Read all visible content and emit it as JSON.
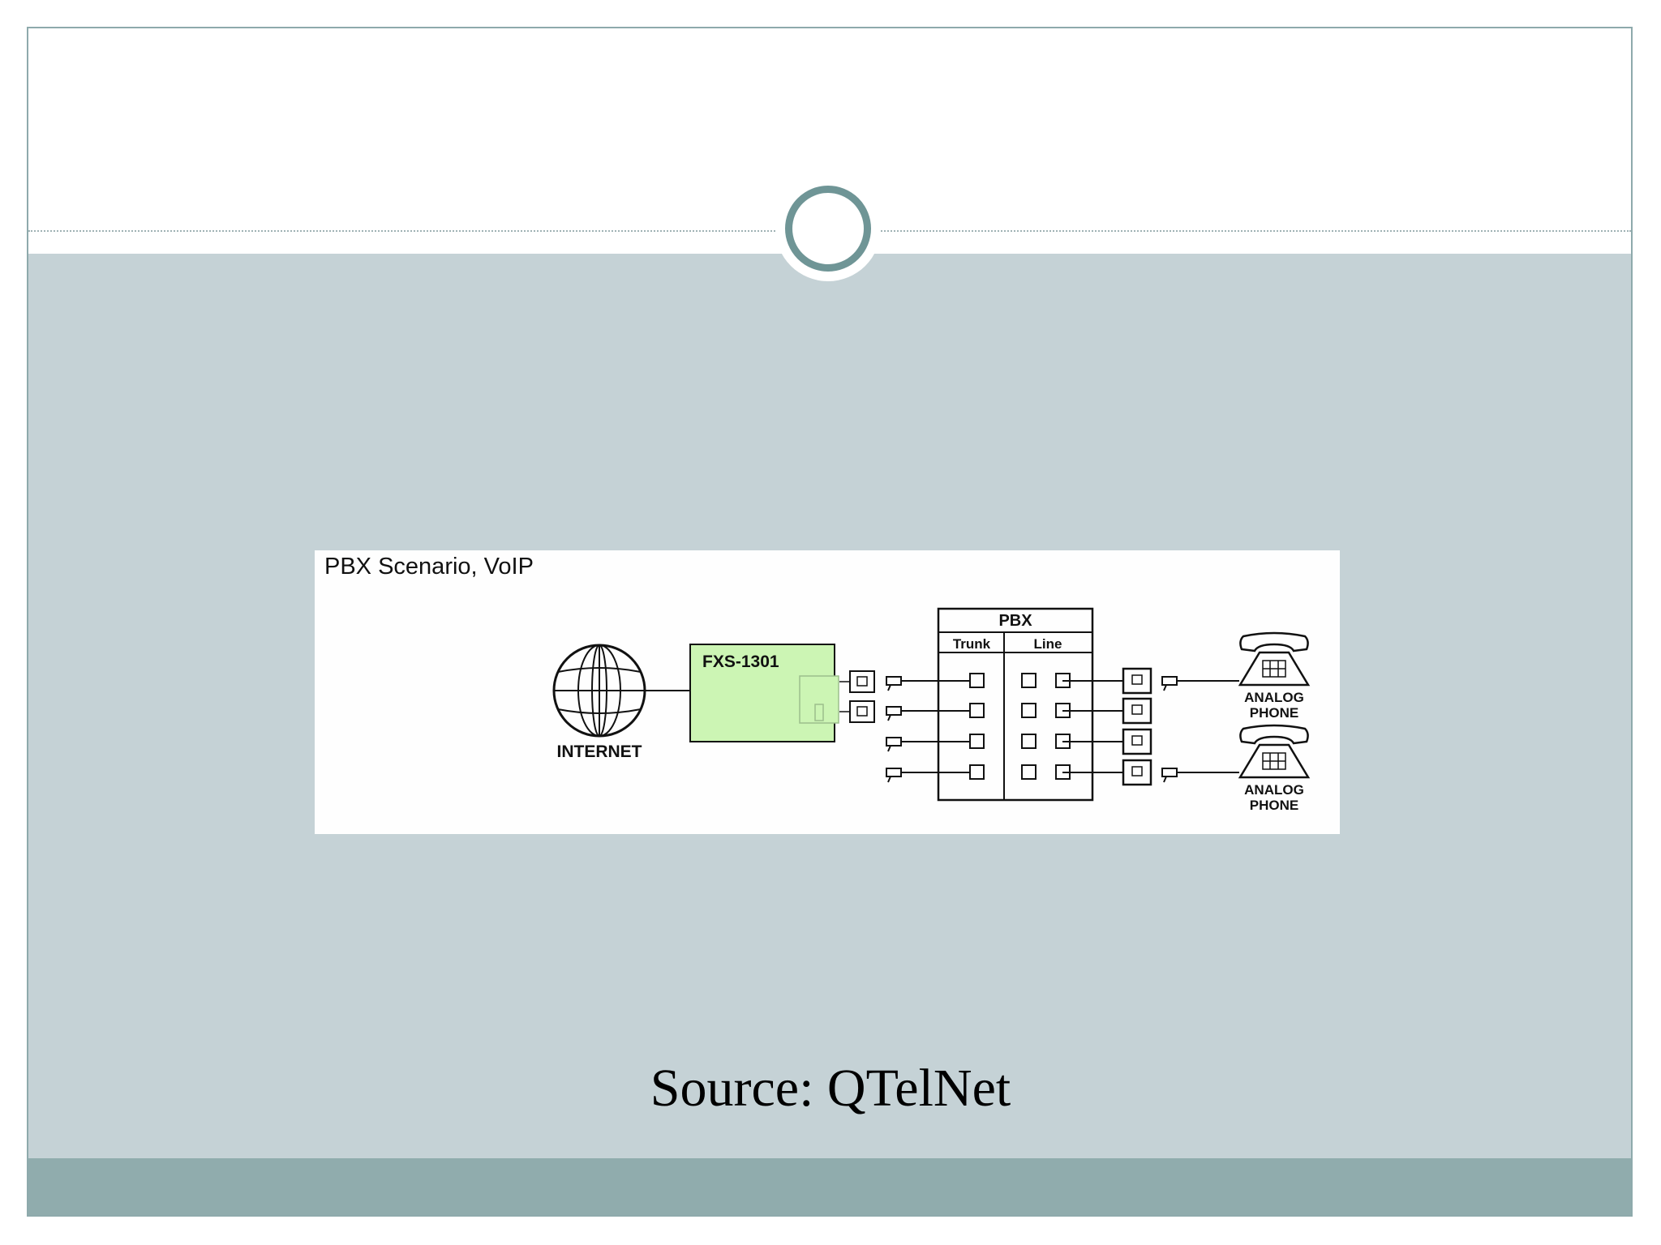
{
  "figure": {
    "title": "PBX Scenario, VoIP",
    "internet_label": "INTERNET",
    "gateway_label": "FXS-1301",
    "pbx": {
      "title": "PBX",
      "trunk_label": "Trunk",
      "line_label": "Line"
    },
    "phones": [
      {
        "line1": "ANALOG",
        "line2": "PHONE"
      },
      {
        "line1": "ANALOG",
        "line2": "PHONE"
      }
    ]
  },
  "caption": "Source: QTelNet",
  "colors": {
    "body_background": "#c5d2d6",
    "footer_bar": "#90acad",
    "ring": "#6f9596",
    "gateway_fill": "#ccf5b4"
  }
}
